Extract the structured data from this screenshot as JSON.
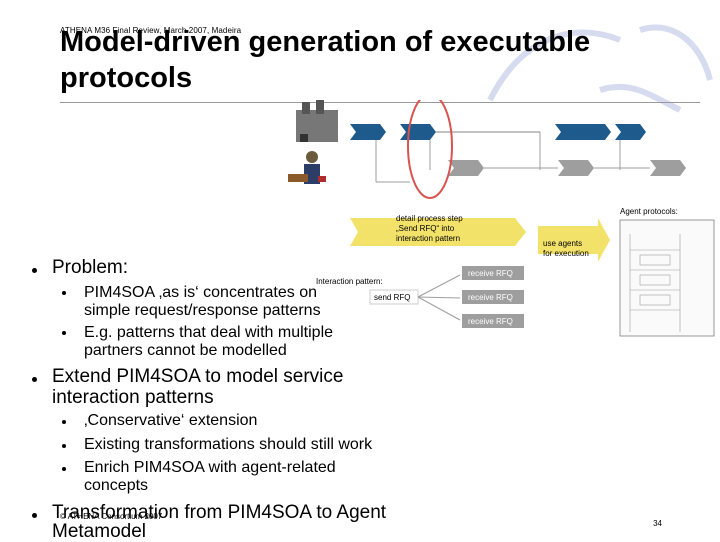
{
  "header": {
    "small_text": "ATHENA M36 Final Review, March 2007, Madeira",
    "title_line1": "Model-driven generation of executable",
    "title_line2": "protocols"
  },
  "diagram": {
    "callout_left": [
      "detail process step",
      "„Send RFQ“ into",
      "interaction pattern"
    ],
    "callout_right": [
      "use agents",
      "for execution"
    ],
    "agent_protocols_label": "Agent protocols:",
    "interaction_pattern_label": "Interaction pattern:",
    "send_rfq": "send RFQ",
    "receive_rfq": [
      "receive RFQ",
      "receive RFQ",
      "receive RFQ"
    ],
    "colors": {
      "blue": "#1f5a8c",
      "yellow": "#f3e26a",
      "red_ellipse": "#d9534f",
      "gray": "#9e9e9e"
    }
  },
  "content": {
    "problem": "Problem:",
    "problem_sub1_line1": "PIM4SOA ‚as is‘ concentrates on",
    "problem_sub1_line2": "simple request/response patterns",
    "problem_sub2_line1": "E.g. patterns that deal with multiple",
    "problem_sub2_line2": "partners cannot be modelled",
    "extend_line1": "Extend PIM4SOA to model service",
    "extend_line2": "interaction patterns",
    "extend_sub1": "‚Conservative‘ extension",
    "extend_sub2": "Existing transformations should still work",
    "extend_sub3_line1": "Enrich PIM4SOA with agent-related",
    "extend_sub3_line2": "concepts",
    "transform_line1": "Transformation from PIM4SOA to Agent",
    "transform_line2": "Metamodel"
  },
  "footer": {
    "copyright": "© ATHENA Consortium 2007",
    "page": "34"
  }
}
